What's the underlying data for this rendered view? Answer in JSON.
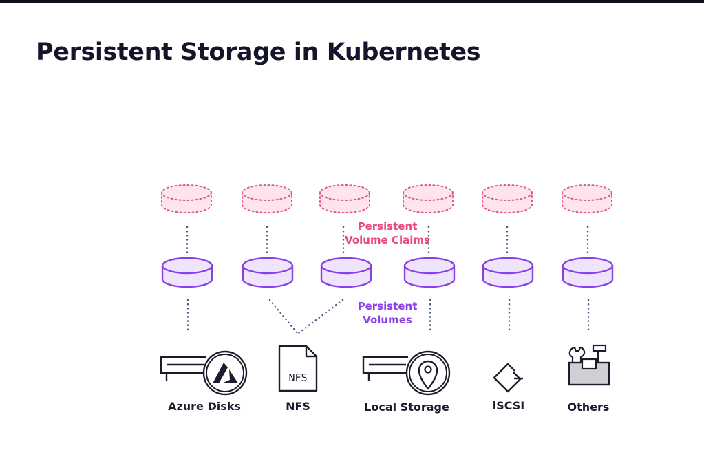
{
  "title": "Persistent Storage in Kubernetes",
  "labels": {
    "pvc": [
      "Persistent",
      "Volume Claims"
    ],
    "pv": [
      "Persistent",
      "Volumes"
    ]
  },
  "backends": [
    "Azure Disks",
    "NFS",
    "Local Storage",
    "iSCSI",
    "Others"
  ],
  "nfs_icon_text": "NFS",
  "colors": {
    "pvc_fill": "#fde4ee",
    "pvc_stroke": "#e0577f",
    "pvc_text": "#e8467c",
    "pv_fill": "#eee4fb",
    "pv_stroke": "#8b3fe6",
    "pv_text": "#8b3fe6",
    "connector": "#4a5a80",
    "icon": "#1c1c2e"
  }
}
